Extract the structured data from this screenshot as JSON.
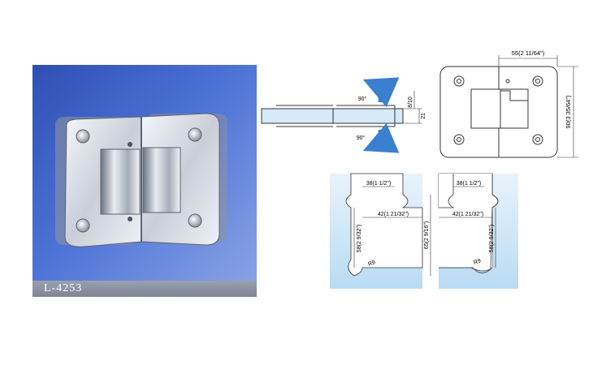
{
  "product": {
    "model_code": "L-4253"
  },
  "side_view": {
    "angle_top": "90°",
    "angle_bottom": "90°",
    "glass_thickness": "8/10",
    "offset": "21"
  },
  "front_view": {
    "width_label": "55(2 11/64\")",
    "height_label": "90(3 35/64\")"
  },
  "cutout_left": {
    "top_width": "38(1 1/2\")",
    "inner_width": "42(1 21/32\")",
    "height": "58(2 9/32\")",
    "radius": "R9"
  },
  "cutout_right": {
    "top_width": "38(1 1/2\")",
    "inner_width": "42(1 21/32\")",
    "outer_height": "65(2 9/16\")",
    "inner_height": "58(2 9/32\")",
    "radius": "R9"
  },
  "colors": {
    "photo_bg": "#3f63c9",
    "glass": "#d6eaf8",
    "arrow": "#3a7fd0"
  }
}
